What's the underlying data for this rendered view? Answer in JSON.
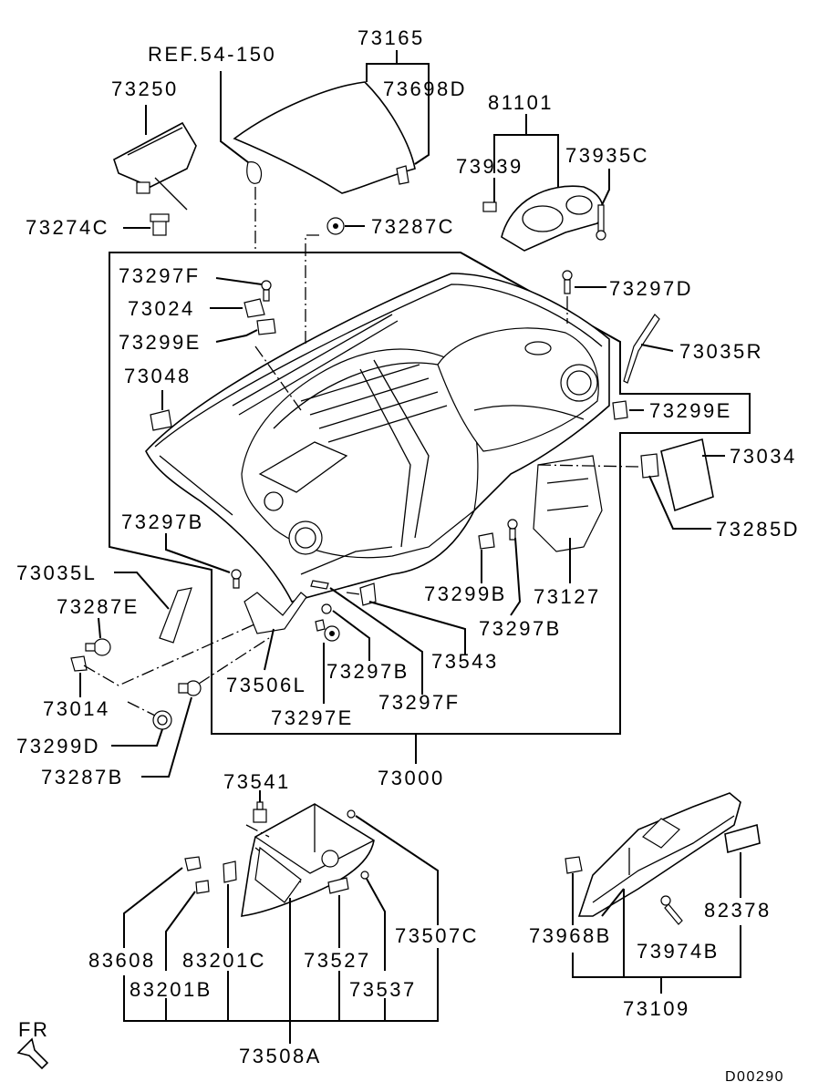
{
  "diagram": {
    "ref_label": "REF.54-150",
    "footer_code": "D00290",
    "direction_label": "FR",
    "parts": {
      "p73165": "73165",
      "p73698D": "73698D",
      "p73250": "73250",
      "p73274C": "73274C",
      "p81101": "81101",
      "p73939": "73939",
      "p73935C": "73935C",
      "p73287C": "73287C",
      "p73297F_top": "73297F",
      "p73024": "73024",
      "p73299E_left": "73299E",
      "p73048": "73048",
      "p73297D": "73297D",
      "p73035R": "73035R",
      "p73299E_right": "73299E",
      "p73034": "73034",
      "p73285D": "73285D",
      "p73297B_left": "73297B",
      "p73035L": "73035L",
      "p73287E": "73287E",
      "p73014": "73014",
      "p73299D": "73299D",
      "p73287B": "73287B",
      "p73506L": "73506L",
      "p73297E": "73297E",
      "p73297B_mid": "73297B",
      "p73297F_bottom": "73297F",
      "p73543": "73543",
      "p73299B": "73299B",
      "p73127": "73127",
      "p73297B_right": "73297B",
      "p73000": "73000",
      "p73541": "73541",
      "p83608": "83608",
      "p83201C": "83201C",
      "p83201B": "83201B",
      "p73527": "73527",
      "p73537": "73537",
      "p73507C": "73507C",
      "p73508A": "73508A",
      "p73968B": "73968B",
      "p73974B": "73974B",
      "p82378": "82378",
      "p73109": "73109"
    }
  }
}
